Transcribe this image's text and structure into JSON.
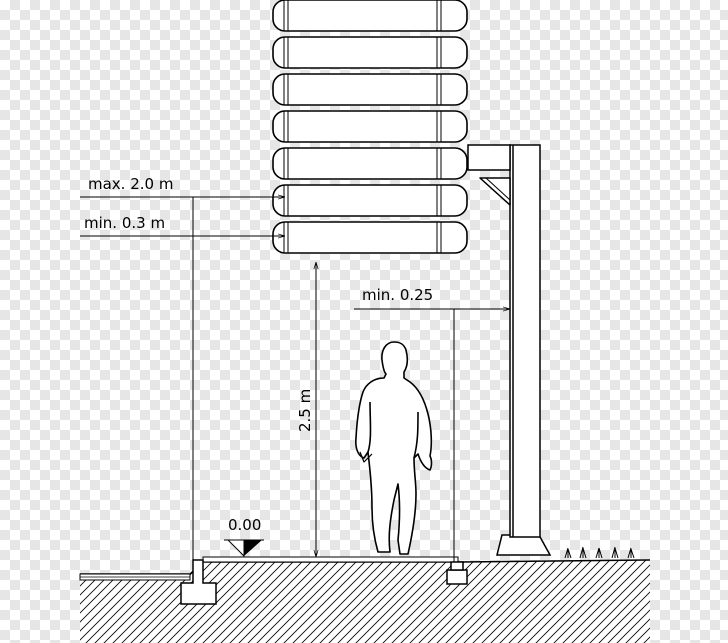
{
  "labels": {
    "max_offset": "max. 2.0 m",
    "min_offset": "min. 0.3 m",
    "side_clearance": "min. 0.25",
    "height_clearance": "2.5 m",
    "ground_level": "0.00"
  },
  "sign": {
    "panel_count": 7
  },
  "colors": {
    "line": "#000000",
    "ground_fill": "#ffffff"
  }
}
